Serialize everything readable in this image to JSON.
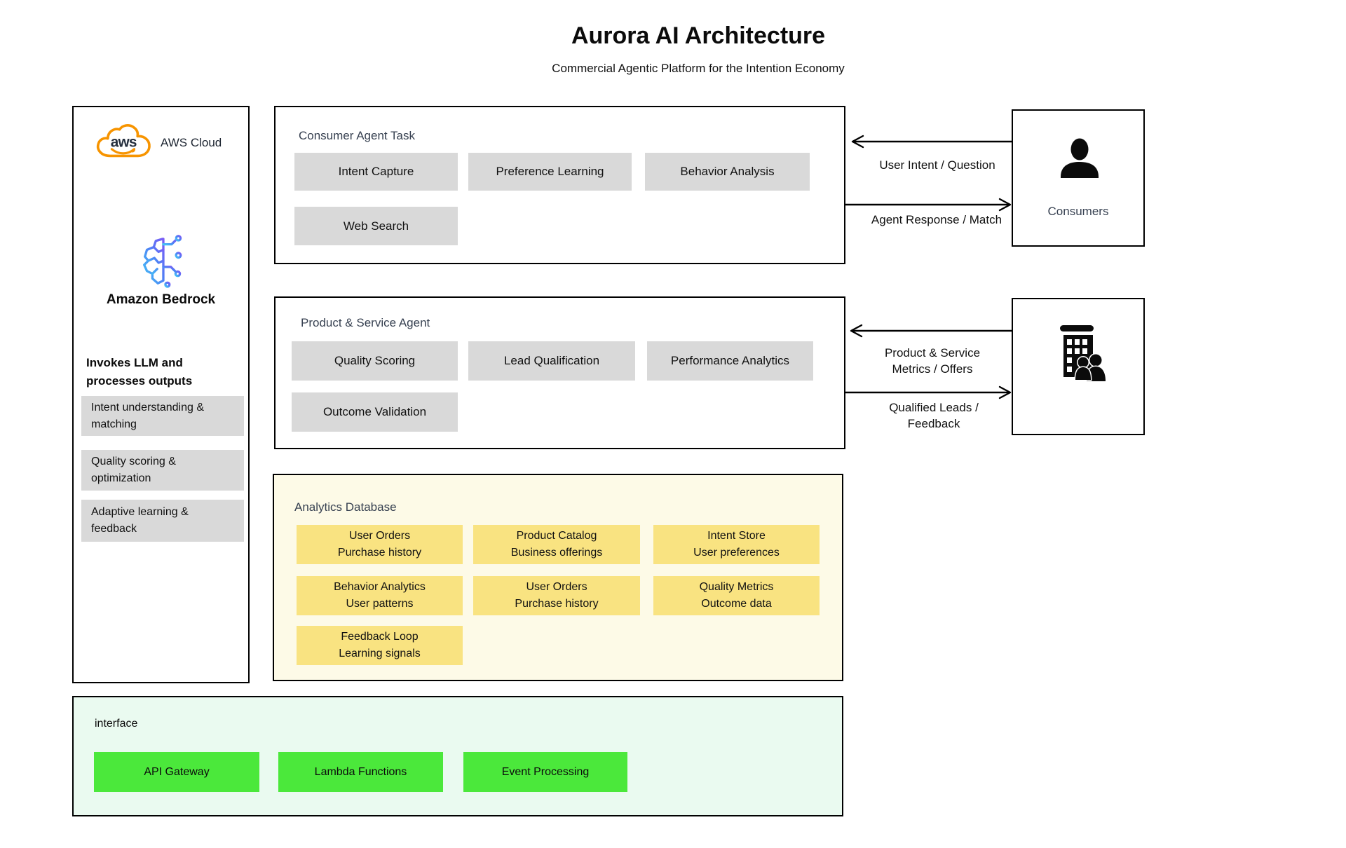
{
  "title": "Aurora AI Architecture",
  "subtitle": "Commercial Agentic Platform for the Intention Economy",
  "aws_panel": {
    "logo_text": "aws",
    "label": "AWS Cloud",
    "bedrock_label": "Amazon Bedrock",
    "description": "Invokes LLM and processes outputs",
    "outputs": [
      "Intent understanding & matching",
      "Quality scoring & optimization",
      "Adaptive learning & feedback"
    ]
  },
  "consumer_agent": {
    "title": "Consumer Agent Task",
    "tasks": [
      "Intent Capture",
      "Preference Learning",
      "Behavior Analysis",
      "Web Search"
    ]
  },
  "product_agent": {
    "title": "Product & Service Agent",
    "tasks": [
      "Quality Scoring",
      "Lead Qualification",
      "Performance Analytics",
      "Outcome Validation"
    ]
  },
  "analytics": {
    "title": "Analytics Database",
    "stores": [
      {
        "title": "User Orders",
        "subtitle": "Purchase history"
      },
      {
        "title": "Product Catalog",
        "subtitle": "Business offerings"
      },
      {
        "title": "Intent Store",
        "subtitle": "User preferences"
      },
      {
        "title": "Behavior Analytics",
        "subtitle": "User patterns"
      },
      {
        "title": "User Orders",
        "subtitle": "Purchase history"
      },
      {
        "title": "Quality Metrics",
        "subtitle": "Outcome data"
      },
      {
        "title": "Feedback Loop",
        "subtitle": "Learning signals"
      }
    ]
  },
  "interface": {
    "title": "interface",
    "services": [
      "API Gateway",
      "Lambda Functions",
      "Event Processing"
    ]
  },
  "consumers": {
    "label": "Consumers"
  },
  "flows": {
    "user_intent": "User Intent / Question",
    "agent_response": "Agent Response / Match",
    "metrics_offers": [
      "Product & Service",
      "Metrics / Offers"
    ],
    "qualified_leads": [
      "Qualified Leads /",
      "Feedback"
    ]
  },
  "colors": {
    "chip_gray": "#d9d9d9",
    "chip_yellow": "#f9e381",
    "analytics_bg": "#fdfae7",
    "interface_bg": "#eafaf0",
    "chip_green": "#4be83b",
    "aws_orange": "#f79400",
    "aws_navy": "#252f3e",
    "bedrock_gradient_start": "#43c6f5",
    "bedrock_gradient_end": "#7a5cf5",
    "border": "#000000"
  }
}
